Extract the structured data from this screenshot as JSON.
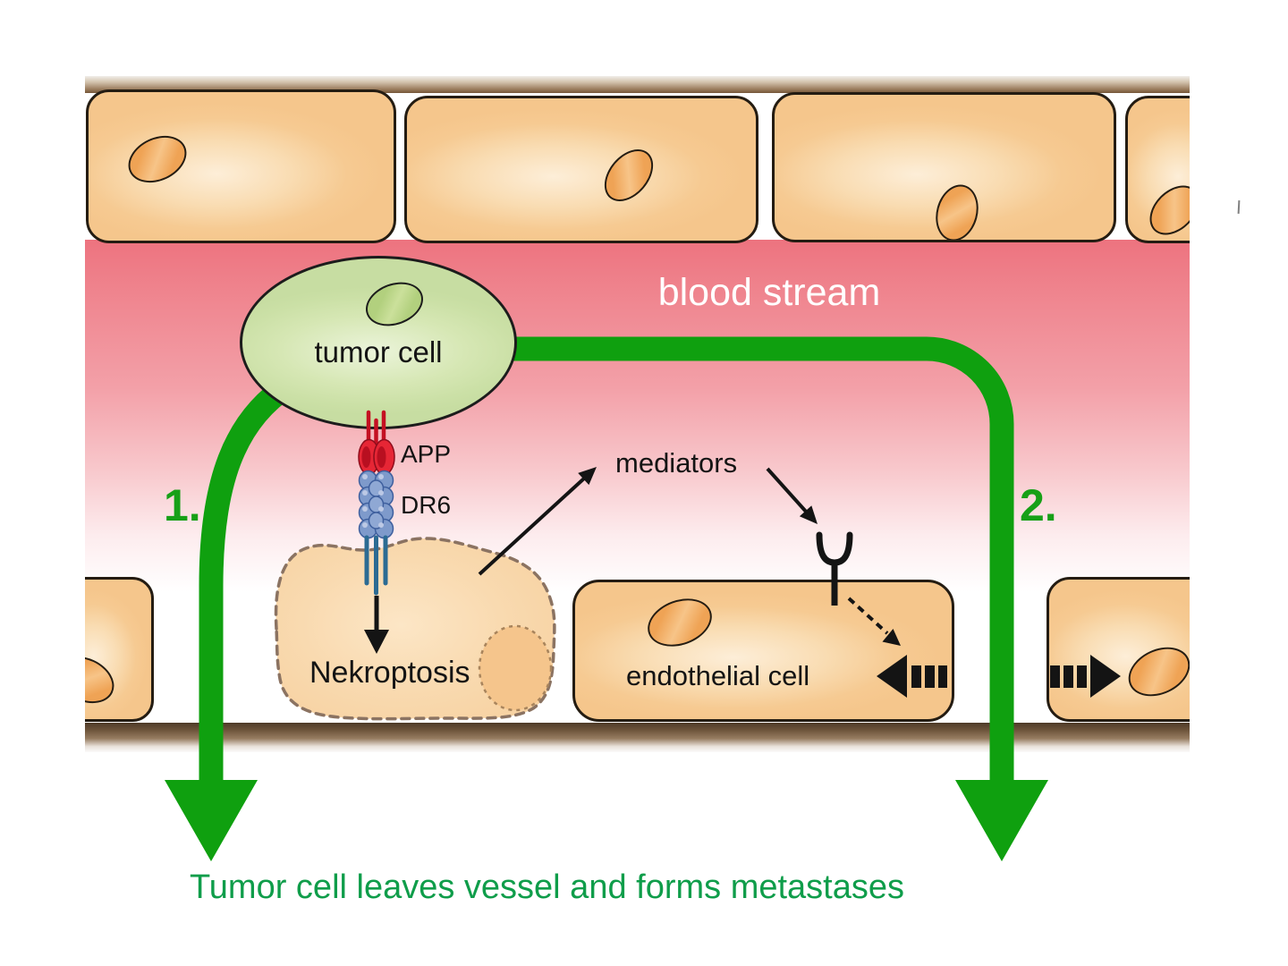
{
  "labels": {
    "blood_stream": "blood stream",
    "tumor_cell": "tumor cell",
    "receptor_top": "APP",
    "receptor_bottom": "DR6",
    "necroptosis": "Nekroptosis",
    "mediators": "mediators",
    "endothelial_cell": "endothelial cell",
    "step_1": "1.",
    "step_2": "2.",
    "caption": "Tumor cell leaves vessel and forms metastases"
  },
  "colors": {
    "arrow_green": "#0fa00f",
    "step_label_green": "#17a017",
    "caption_green": "#0f9d4a",
    "blood_pink_top": "#ed737f",
    "cell_tan": "#f6ca92",
    "nucleus_orange": "#f0a85c",
    "tumor_cell_green": "#cfe3ab",
    "app_red": "#e62635",
    "dr6_blue": "#7e9acb",
    "membrane_brown": "#745638",
    "dying_cell_outline": "#8b7362",
    "ink_black": "#141414"
  },
  "icons": {
    "green_arrow_1": "curved-down-arrow",
    "green_arrow_2": "elbow-down-arrow",
    "necroptosis_arrow": "down-arrow",
    "mediator_arrows": "diagonal-arrows",
    "receptor_y": "y-receptor",
    "junction_arrows": "thick-dashed-horizontal-arrows"
  }
}
